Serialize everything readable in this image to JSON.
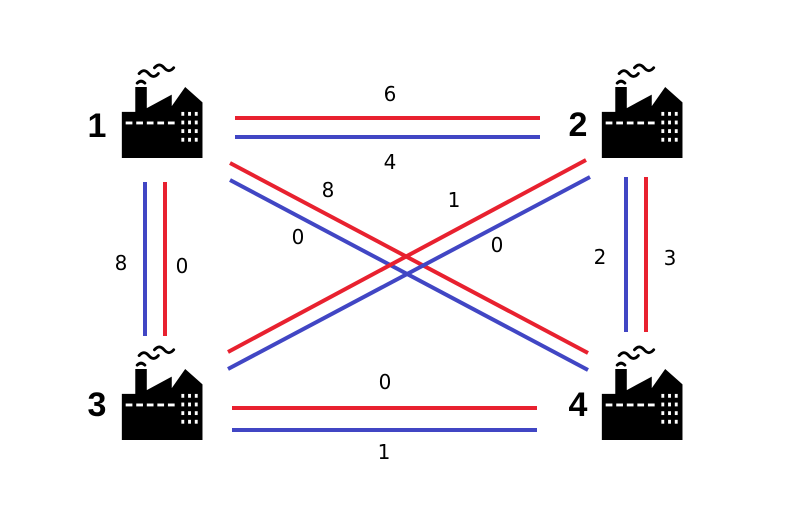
{
  "colors": {
    "red": "#e8212f",
    "blue": "#4146c4",
    "ink": "#000000"
  },
  "nodes": [
    {
      "id": "1",
      "label": "1",
      "icon": "factory-icon"
    },
    {
      "id": "2",
      "label": "2",
      "icon": "factory-icon"
    },
    {
      "id": "3",
      "label": "3",
      "icon": "factory-icon"
    },
    {
      "id": "4",
      "label": "4",
      "icon": "factory-icon"
    }
  ],
  "edges": [
    {
      "from": "1",
      "to": "2",
      "red_label": "6",
      "blue_label": "4"
    },
    {
      "from": "1",
      "to": "3",
      "red_label": "0",
      "blue_label": "8"
    },
    {
      "from": "1",
      "to": "4",
      "red_label": "8",
      "blue_label": "0"
    },
    {
      "from": "2",
      "to": "3",
      "red_label": "1",
      "blue_label": "0"
    },
    {
      "from": "2",
      "to": "4",
      "red_label": "3",
      "blue_label": "2"
    },
    {
      "from": "3",
      "to": "4",
      "red_label": "0",
      "blue_label": "1"
    }
  ]
}
